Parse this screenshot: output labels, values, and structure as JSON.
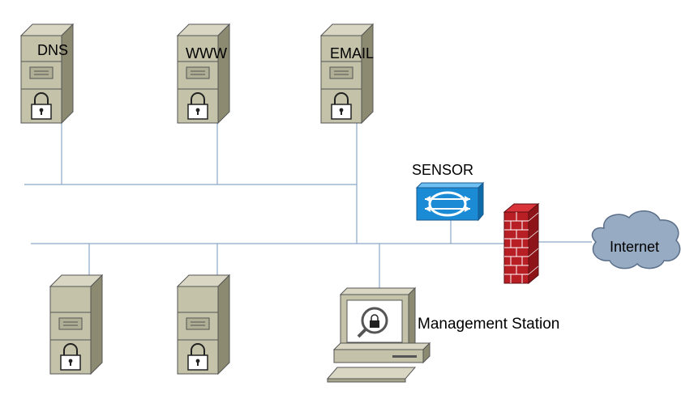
{
  "labels": {
    "dns": "DNS",
    "www": "WWW",
    "email": "EMAIL",
    "sensor": "SENSOR",
    "internet": "Internet",
    "management_station": "Management Station"
  },
  "icons": {
    "server": "server-cabinet-icon",
    "sensor": "ids-sensor-icon",
    "firewall": "firewall-brick-icon",
    "cloud": "cloud-icon",
    "workstation": "workstation-icon"
  },
  "colors": {
    "line": "#8aa7c8",
    "server_front": "#c4c2a8",
    "server_side": "#8c8a70",
    "server_top": "#d9d7c4",
    "sensor": "#1c8bd6",
    "firewall": "#b81f25",
    "cloud": "#97abc3"
  }
}
